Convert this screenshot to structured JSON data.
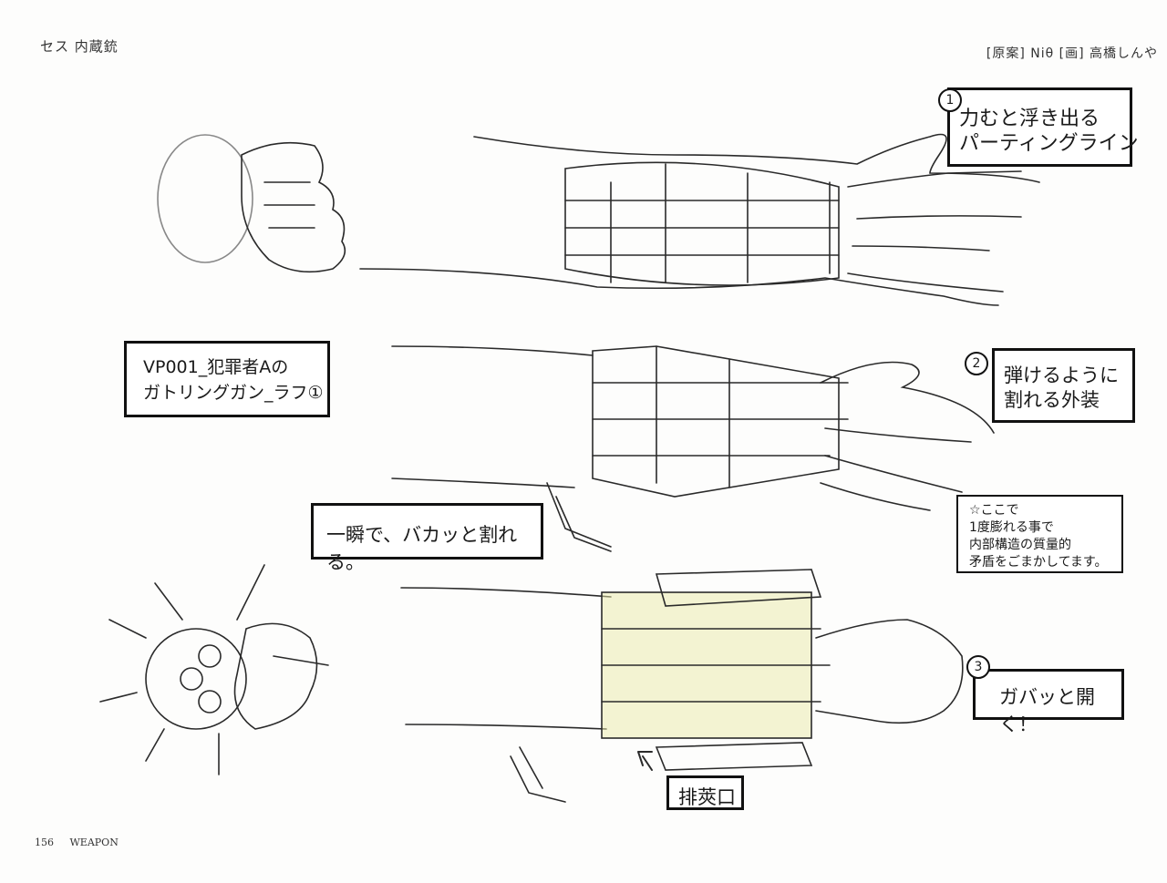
{
  "header": {
    "left": "セス 内蔵銃",
    "right": "[原案] Niθ [画] 高橋しんや"
  },
  "footer": {
    "page_number": "156",
    "section": "WEAPON"
  },
  "labels": {
    "title": [
      "VP001_犯罪者Aの",
      "ガトリングガン_ラフ①"
    ],
    "instant": "一瞬で、バカッと割れる。",
    "step1": {
      "number": "1",
      "lines": [
        "力むと浮き出る",
        "パーティングライン"
      ]
    },
    "step2": {
      "number": "2",
      "lines": [
        "弾けるように",
        "割れる外装"
      ]
    },
    "step3": {
      "number": "3",
      "text": "ガバッと開く！"
    },
    "note": [
      "☆ここで",
      "1度膨れる事で",
      "内部構造の質量的",
      "矛盾をごまかしてます。"
    ],
    "vent": "排莢口"
  },
  "colors": {
    "ink": "#1a1a1a",
    "highlight": "#e9e9a8",
    "sketch_red": "#c98a6a"
  }
}
